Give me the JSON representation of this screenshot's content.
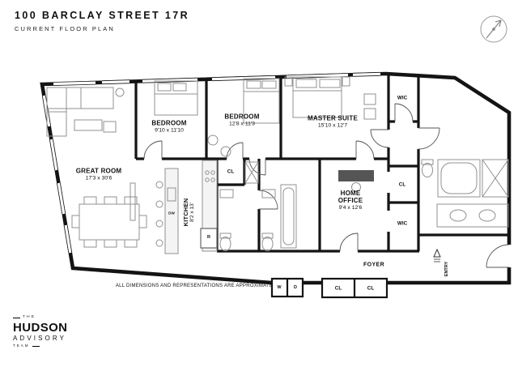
{
  "header": {
    "title": "100 BARCLAY STREET 17R",
    "subtitle": "CURRENT FLOOR PLAN"
  },
  "rooms": [
    {
      "name": "GREAT ROOM",
      "dims": "17'3 x 30'6"
    },
    {
      "name": "BEDROOM",
      "dims": "9'10 x 11'10"
    },
    {
      "name": "BEDROOM",
      "dims": "12'8 x 11'3"
    },
    {
      "name": "MASTER SUITE",
      "dims": "15'10 x 12'7"
    },
    {
      "name": "HOME OFFICE",
      "dims": "9'4 x 12'6"
    },
    {
      "name": "KITCHEN",
      "dims": "8'2 x 13'"
    }
  ],
  "labels": {
    "wic_top": "WIC",
    "cl_hall": "CL",
    "cl_right": "CL",
    "wic_right": "WIC",
    "foyer": "FOYER",
    "entry": "ENTRY",
    "washer": "W",
    "dryer": "D",
    "cl_bottom_left": "CL",
    "cl_bottom_right": "CL",
    "dishwasher": "DW",
    "refrigerator": "R"
  },
  "disclaimer": "ALL DIMENSIONS AND REPRESENTATIONS ARE APPROXIMATE",
  "logo": {
    "the": "THE",
    "hudson": "HUDSON",
    "advisory": "ADVISORY",
    "team": "TEAM"
  },
  "colors": {
    "wall": "#141414",
    "fixture": "#909090"
  }
}
